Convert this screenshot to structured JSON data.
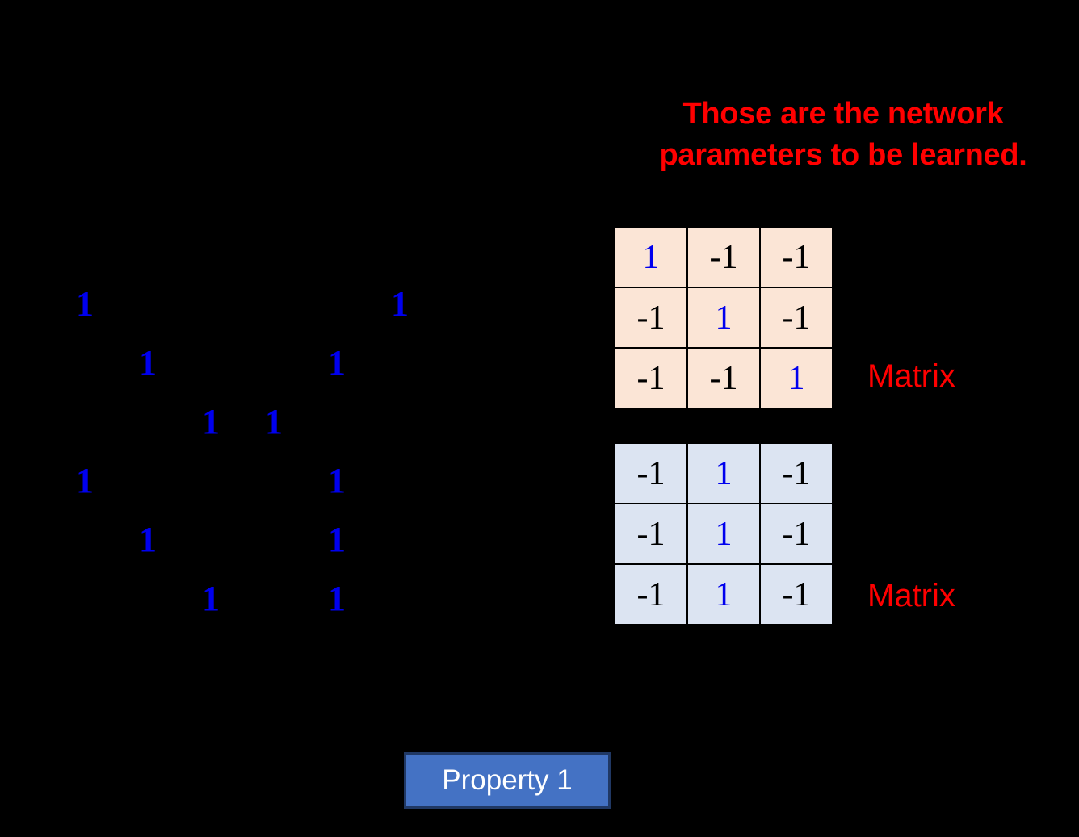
{
  "annotation": {
    "line1": "Those are the network",
    "line2": "parameters to be learned.",
    "color": "#ff0000"
  },
  "image_grid": {
    "rows": 6,
    "cols": 6,
    "on_value": "1",
    "off_value": "",
    "on_color": "#0000ee",
    "background": "#000000",
    "cells": [
      [
        "1",
        "",
        "",
        "",
        "",
        "1"
      ],
      [
        "",
        "1",
        "",
        "",
        "1",
        ""
      ],
      [
        "",
        "",
        "1",
        "1",
        "",
        ""
      ],
      [
        "1",
        "",
        "",
        "",
        "1",
        ""
      ],
      [
        "",
        "1",
        "",
        "",
        "1",
        ""
      ],
      [
        "",
        "",
        "1",
        "",
        "1",
        ""
      ]
    ]
  },
  "matrices": [
    {
      "label": "Matrix",
      "background": "#fbe5d6",
      "positive_color": "#0000ee",
      "negative_color": "#000000",
      "rows": [
        [
          "1",
          "-1",
          "-1"
        ],
        [
          "-1",
          "1",
          "-1"
        ],
        [
          "-1",
          "-1",
          "1"
        ]
      ]
    },
    {
      "label": "Matrix",
      "background": "#dce4f2",
      "positive_color": "#0000ee",
      "negative_color": "#000000",
      "rows": [
        [
          "-1",
          "1",
          "-1"
        ],
        [
          "-1",
          "1",
          "-1"
        ],
        [
          "-1",
          "1",
          "-1"
        ]
      ]
    }
  ],
  "property_button": {
    "label": "Property 1",
    "background": "#4472c4",
    "text_color": "#ffffff"
  }
}
